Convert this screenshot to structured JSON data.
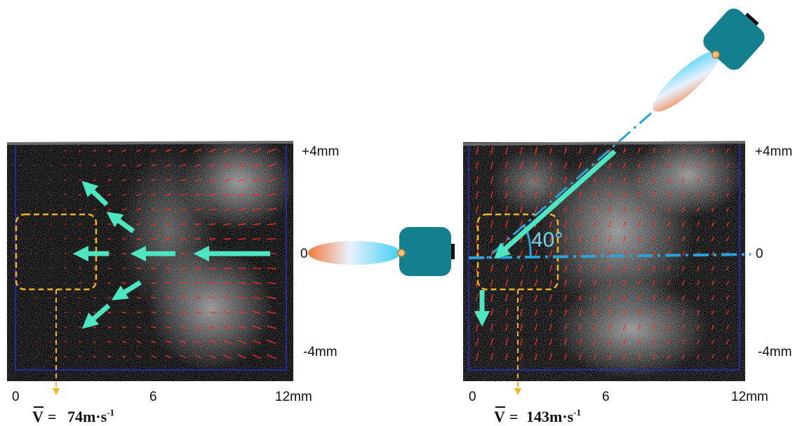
{
  "panels": {
    "left": {
      "y_top": "+4mm",
      "y_zero": "0",
      "y_bottom": "-4mm",
      "x_start": "0",
      "x_mid": "6",
      "x_end": "12mm",
      "velocity_symbol": "V",
      "velocity_prefix": "= ",
      "velocity_value": "74m·s",
      "velocity_exp": "-1"
    },
    "right": {
      "y_top": "+4mm",
      "y_zero": "0",
      "y_bottom": "-4mm",
      "x_start": "0",
      "x_mid": "6",
      "x_end": "12mm",
      "velocity_symbol": "V",
      "velocity_prefix": "= ",
      "velocity_value": "143m·s",
      "velocity_exp": "-1",
      "angle": "40°"
    }
  },
  "colors": {
    "flow_arrow": "#4ee6c0",
    "vector_red": "#ff2a2a",
    "roi_box": "#f5b51e",
    "axis_dash": "#2aa3dc",
    "camera": "#137f8f",
    "field_bg": "#050505",
    "frame_line": "#2b2bd6"
  },
  "icons": {
    "camera_horizontal": "camera-nozzle-icon",
    "camera_angled": "camera-nozzle-icon"
  }
}
